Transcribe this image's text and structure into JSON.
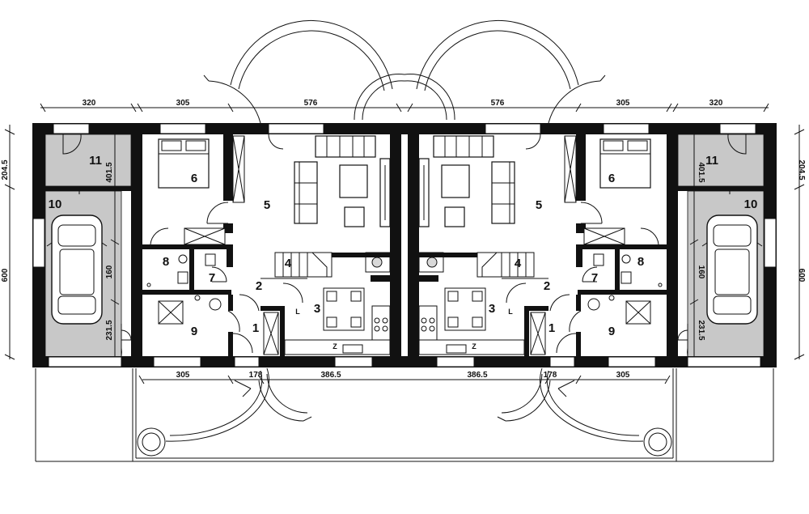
{
  "rooms": {
    "r1": "1",
    "r2": "2",
    "r3": "3",
    "r4": "4",
    "r5": "5",
    "r6": "6",
    "r7": "7",
    "r8": "8",
    "r9": "9",
    "r10": "10",
    "r11": "11"
  },
  "dims": {
    "top_garage": "320",
    "top_bedroom": "305",
    "top_living": "576",
    "bottom_boiler": "305",
    "bottom_hall": "178",
    "bottom_kitchen": "386.5",
    "left_outer_upper": "204.5",
    "left_outer_lower": "600",
    "garage_upper": "401.5",
    "garage_mid": "160",
    "garage_lower": "231.5"
  },
  "symbols": {
    "stair_L": "L",
    "stove_Z": "Z"
  },
  "colors": {
    "wall": "#111111",
    "floor_tint": "#d9d9d9",
    "background": "#ffffff"
  }
}
